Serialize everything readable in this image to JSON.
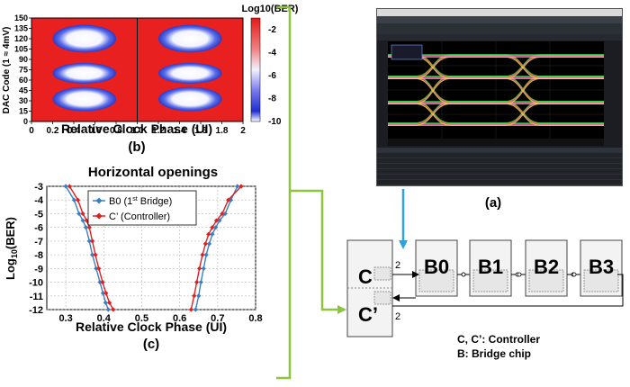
{
  "panel_b": {
    "label": "(b)",
    "ylabel": "DAC Code (1 ≈ 4mV)",
    "xlabel": "Relative Clock Phase (UI)",
    "colorbar_title": "Log10(BER)",
    "colorbar_ticks": [
      "-2",
      "-4",
      "-6",
      "-8",
      "-10"
    ],
    "yticks": [
      "0",
      "15",
      "30",
      "45",
      "60",
      "75",
      "90",
      "105",
      "120",
      "135",
      "150"
    ],
    "xticks": [
      "0",
      "0.2",
      "0.4",
      "0.6",
      "0.8",
      "1.0",
      "1.2",
      "1.4",
      "1.6",
      "1.8",
      "2"
    ]
  },
  "panel_c": {
    "label": "(c)",
    "title": "Horizontal openings",
    "ylabel_main": "Log",
    "ylabel_sub": "10",
    "ylabel_tail": "(BER)",
    "xlabel": "Relative Clock Phase (UI)",
    "legend": [
      {
        "text_main": "B0 (1",
        "text_sup": "st",
        "text_tail": " Bridge)",
        "color": "#3a7fc4"
      },
      {
        "text_main": "C’ (Controller)",
        "text_sup": "",
        "text_tail": "",
        "color": "#e02020"
      }
    ]
  },
  "panel_a": {
    "label": "(a)"
  },
  "block_diagram": {
    "chips": [
      "C",
      "C’",
      "B0",
      "B1",
      "B2",
      "B3"
    ],
    "bus_width_top": "2",
    "bus_width_bottom": "2",
    "legend_line1": "C, C’: Controller",
    "legend_line2": "B: Bridge chip"
  },
  "colors": {
    "bracket": "#8cc63f",
    "arrow_blue": "#2aa3e0",
    "heatmap_bg": "#e82020",
    "series_b0": "#3a7fc4",
    "series_c": "#e02020"
  },
  "chart_data": [
    {
      "type": "heatmap",
      "xlabel": "Relative Clock Phase (UI)",
      "ylabel": "DAC Code (1 ≈ 4mV)",
      "xlim": [
        0,
        2
      ],
      "ylim": [
        0,
        150
      ],
      "colorbar_label": "Log10(BER)",
      "colorbar_range": [
        -10,
        -1
      ],
      "eye_openings": [
        {
          "x": [
            0.2,
            0.8
          ],
          "y": [
            100,
            140
          ]
        },
        {
          "x": [
            0.2,
            0.8
          ],
          "y": [
            55,
            85
          ]
        },
        {
          "x": [
            0.2,
            0.8
          ],
          "y": [
            15,
            50
          ]
        },
        {
          "x": [
            1.2,
            1.8
          ],
          "y": [
            100,
            140
          ]
        },
        {
          "x": [
            1.2,
            1.8
          ],
          "y": [
            55,
            85
          ]
        },
        {
          "x": [
            1.2,
            1.8
          ],
          "y": [
            15,
            50
          ]
        }
      ]
    },
    {
      "type": "line",
      "title": "Horizontal openings",
      "xlabel": "Relative Clock Phase (UI)",
      "ylabel": "Log10(BER)",
      "xlim": [
        0.25,
        0.8
      ],
      "ylim": [
        -12,
        -3
      ],
      "xticks": [
        0.3,
        0.4,
        0.5,
        0.6,
        0.7,
        0.8
      ],
      "yticks": [
        -3,
        -4,
        -5,
        -6,
        -7,
        -8,
        -9,
        -10,
        -11,
        -12
      ],
      "series": [
        {
          "name": "B0 (1st Bridge)",
          "left": {
            "x": [
              0.3,
              0.322,
              0.335,
              0.345,
              0.353,
              0.362,
              0.37,
              0.38,
              0.39,
              0.398,
              0.405,
              0.412
            ],
            "y": [
              -3,
              -4,
              -5,
              -5.5,
              -6,
              -7,
              -8,
              -9,
              -10,
              -10.8,
              -11.5,
              -12
            ]
          },
          "right": {
            "x": [
              0.642,
              0.65,
              0.656,
              0.663,
              0.67,
              0.678,
              0.686,
              0.695,
              0.705,
              0.72,
              0.735,
              0.752
            ],
            "y": [
              -12,
              -11,
              -10,
              -9,
              -8,
              -7.2,
              -6.5,
              -6,
              -5.5,
              -5,
              -4,
              -3
            ]
          }
        },
        {
          "name": "C’ (Controller)",
          "left": {
            "x": [
              0.31,
              0.332,
              0.345,
              0.355,
              0.362,
              0.37,
              0.378,
              0.387,
              0.397,
              0.406,
              0.415,
              0.425
            ],
            "y": [
              -3,
              -4,
              -5,
              -5.5,
              -6,
              -7,
              -8,
              -9,
              -10,
              -10.8,
              -11.5,
              -12
            ]
          },
          "right": {
            "x": [
              0.63,
              0.638,
              0.645,
              0.652,
              0.66,
              0.668,
              0.676,
              0.686,
              0.697,
              0.712,
              0.728,
              0.762
            ],
            "y": [
              -12,
              -11,
              -10,
              -9,
              -8,
              -7.2,
              -6.5,
              -6,
              -5.5,
              -5,
              -4,
              -3
            ]
          }
        }
      ]
    }
  ]
}
